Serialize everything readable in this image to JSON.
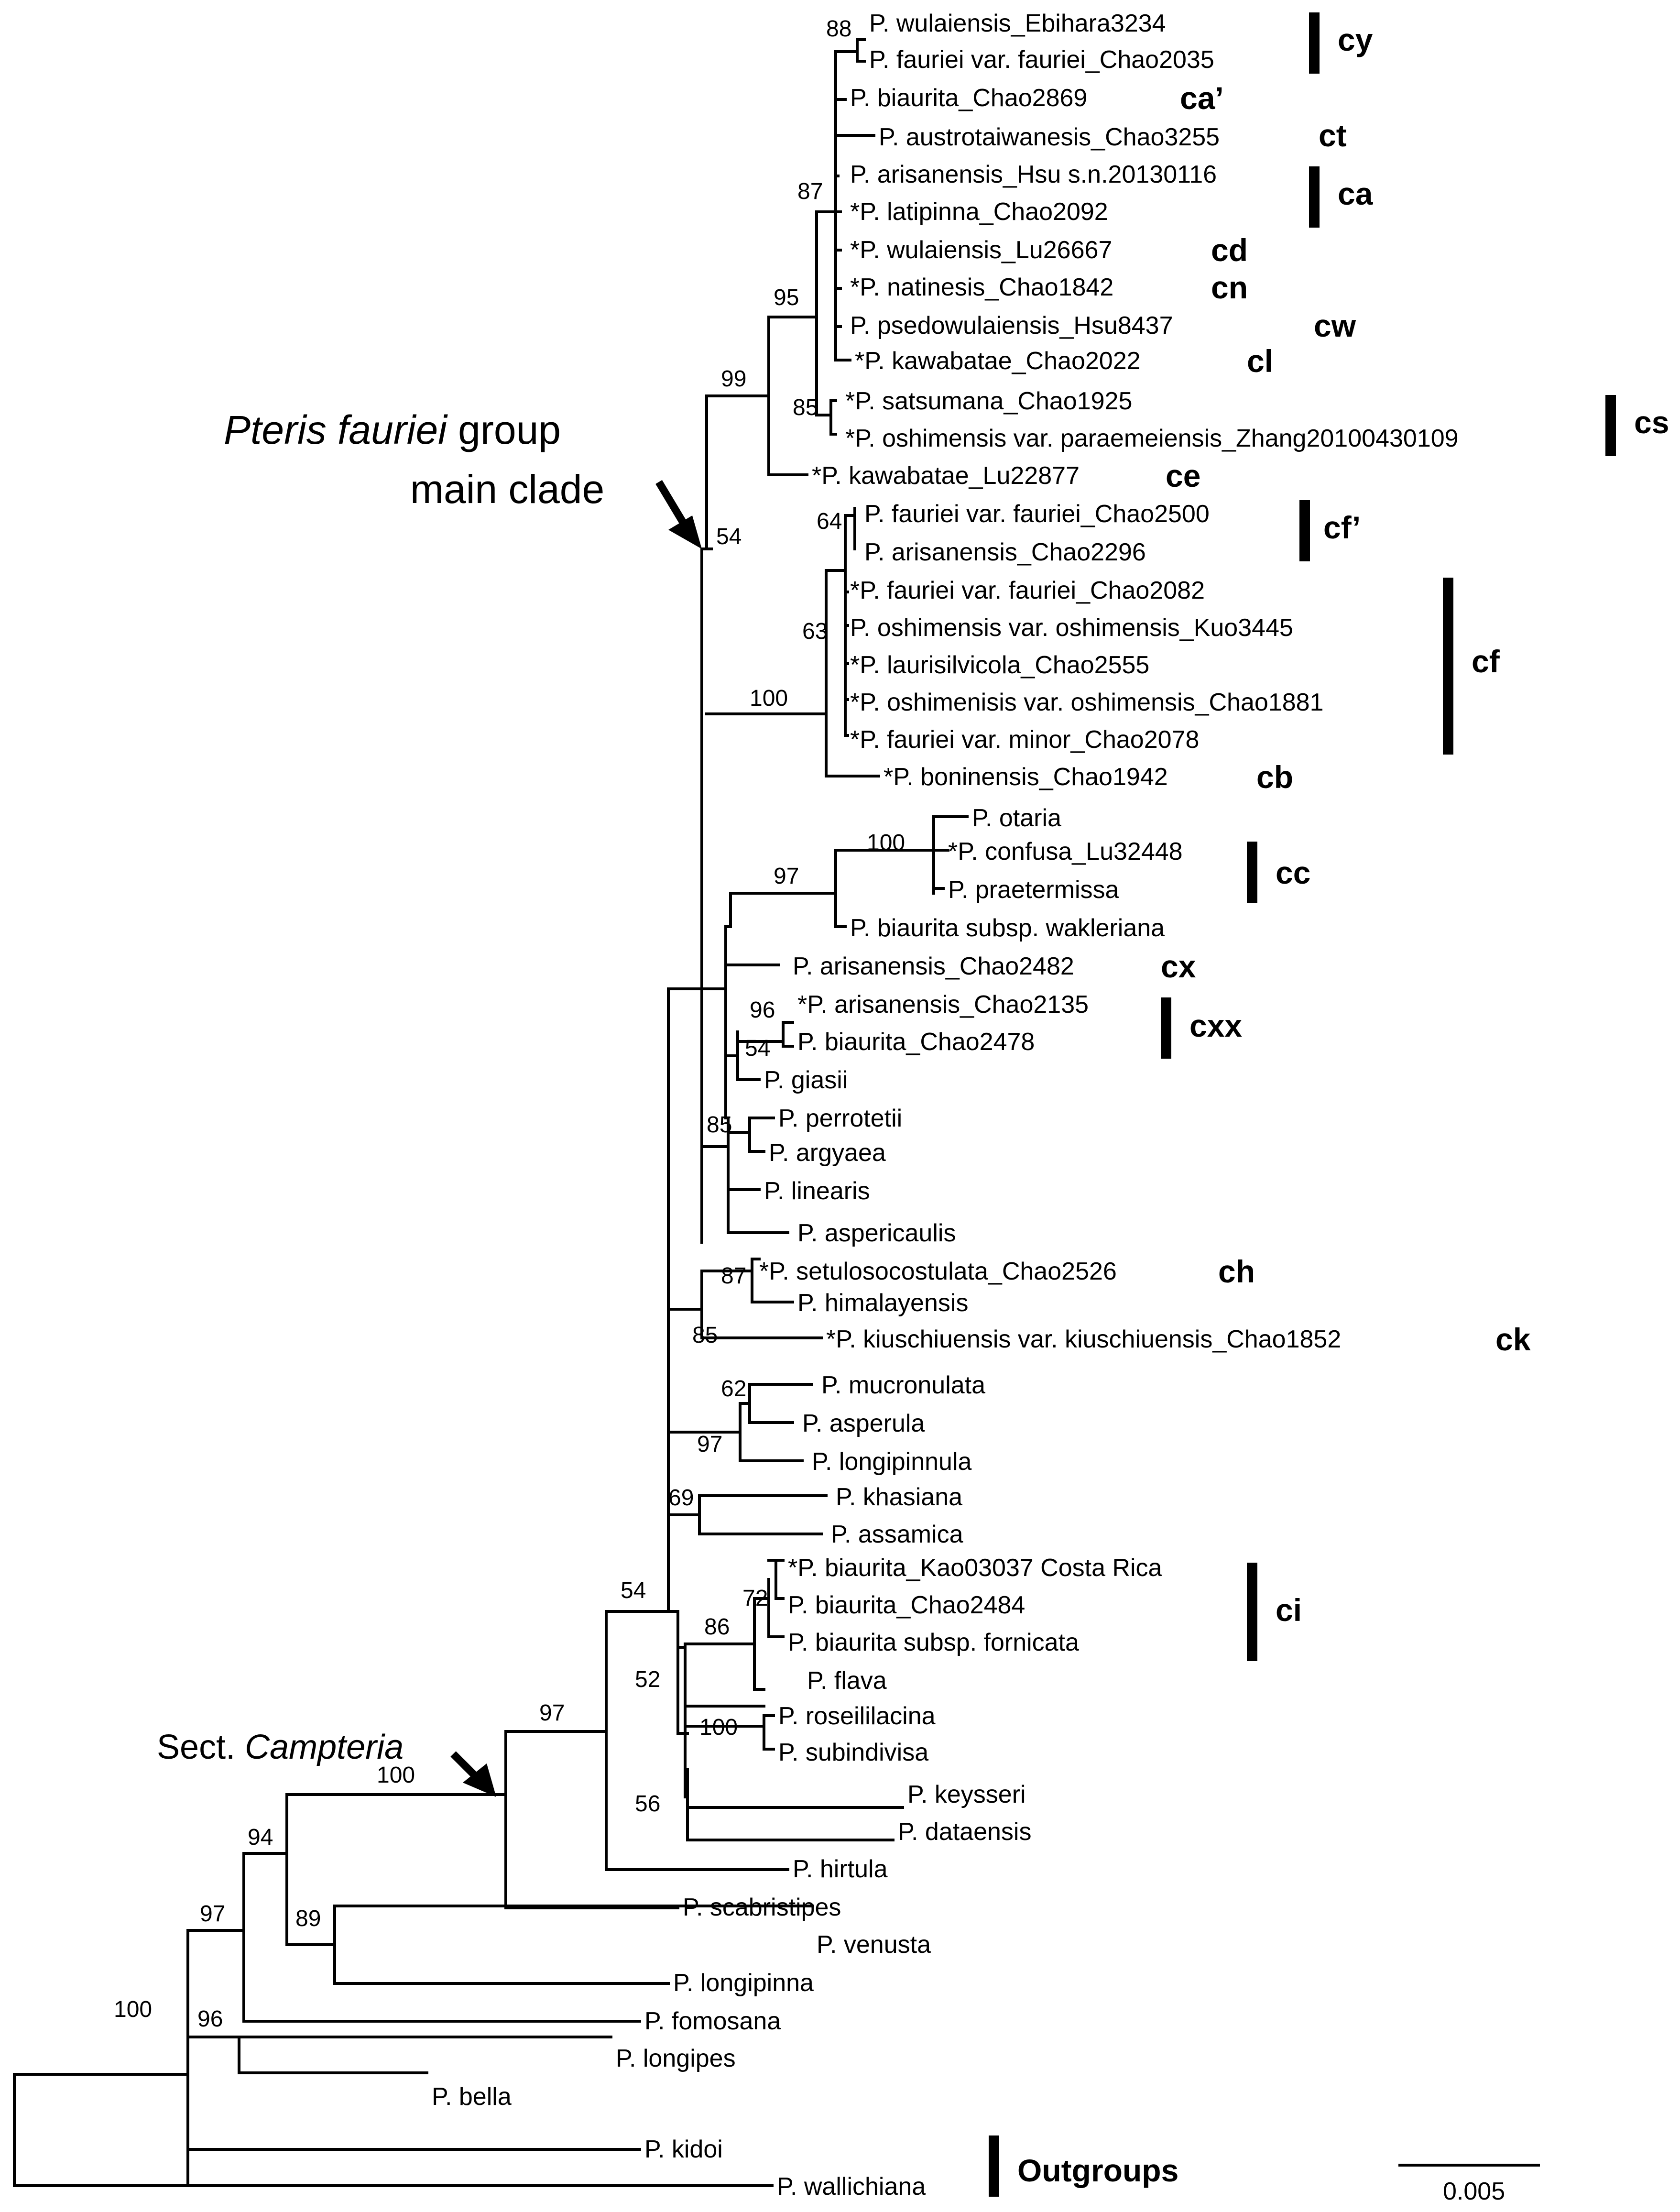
{
  "leaves": [
    {
      "text": "P. wulaiensis_Ebihara3234"
    },
    {
      "text": "P. fauriei var. fauriei_Chao2035"
    },
    {
      "text": "P. biaurita_Chao2869"
    },
    {
      "text": "P. austrotaiwanesis_Chao3255"
    },
    {
      "text": "P. arisanensis_Hsu s.n.20130116"
    },
    {
      "text": "*P. latipinna_Chao2092"
    },
    {
      "text": "*P. wulaiensis_Lu26667"
    },
    {
      "text": "*P. natinesis_Chao1842"
    },
    {
      "text": "P. psedowulaiensis_Hsu8437"
    },
    {
      "text": "*P. kawabatae_Chao2022"
    },
    {
      "text": "*P. satsumana_Chao1925"
    },
    {
      "text": "*P. oshimensis var. paraemeiensis_Zhang20100430109"
    },
    {
      "text": "*P. kawabatae_Lu22877"
    },
    {
      "text": "P. fauriei var. fauriei_Chao2500"
    },
    {
      "text": "P. arisanensis_Chao2296"
    },
    {
      "text": "*P. fauriei var. fauriei_Chao2082"
    },
    {
      "text": "P. oshimensis var. oshimensis_Kuo3445"
    },
    {
      "text": "*P. laurisilvicola_Chao2555"
    },
    {
      "text": "*P. oshimenisis var. oshimensis_Chao1881"
    },
    {
      "text": "*P. fauriei var. minor_Chao2078"
    },
    {
      "text": "*P. boninensis_Chao1942"
    },
    {
      "text": "P. otaria"
    },
    {
      "text": "*P. confusa_Lu32448"
    },
    {
      "text": "P. praetermissa"
    },
    {
      "text": "P. biaurita subsp. wakleriana"
    },
    {
      "text": "P. arisanensis_Chao2482"
    },
    {
      "text": "*P. arisanensis_Chao2135"
    },
    {
      "text": "P. biaurita_Chao2478"
    },
    {
      "text": "P. giasii"
    },
    {
      "text": "P. perrotetii"
    },
    {
      "text": "P. argyaea"
    },
    {
      "text": "P. linearis"
    },
    {
      "text": "P. aspericaulis"
    },
    {
      "text": "*P. setulosocostulata_Chao2526"
    },
    {
      "text": "P. himalayensis"
    },
    {
      "text": "*P. kiuschiuensis var. kiuschiuensis_Chao1852"
    },
    {
      "text": "P. mucronulata"
    },
    {
      "text": "P. asperula"
    },
    {
      "text": "P. longipinnula"
    },
    {
      "text": "P. khasiana"
    },
    {
      "text": "P. assamica"
    },
    {
      "text": "*P. biaurita_Kao03037 Costa Rica"
    },
    {
      "text": "P. biaurita_Chao2484"
    },
    {
      "text": "P. biaurita subsp. fornicata"
    },
    {
      "text": "P. flava"
    },
    {
      "text": "P. roseililacina"
    },
    {
      "text": "P. subindivisa"
    },
    {
      "text": "P. keysseri"
    },
    {
      "text": "P. dataensis"
    },
    {
      "text": "P. hirtula"
    },
    {
      "text": "P. scabristipes"
    },
    {
      "text": "P. venusta"
    },
    {
      "text": "P. longipinna"
    },
    {
      "text": "P. fomosana"
    },
    {
      "text": "P. longipes"
    },
    {
      "text": "P. bella"
    },
    {
      "text": "P. kidoi"
    },
    {
      "text": "P. wallichiana"
    }
  ],
  "support_values": [
    "88",
    "87",
    "95",
    "99",
    "85",
    "64",
    "63",
    "100",
    "54",
    "100",
    "97",
    "96",
    "54",
    "85",
    "87",
    "85",
    "62",
    "97",
    "69",
    "72",
    "86",
    "100",
    "52",
    "56",
    "54",
    "97",
    "100",
    "94",
    "89",
    "97",
    "96",
    "100"
  ],
  "clade_labels": [
    "cy",
    "ca’",
    "ct",
    "ca",
    "cd",
    "cn",
    "cw",
    "cl",
    "cs",
    "ce",
    "cf’",
    "cf",
    "cb",
    "cc",
    "cx",
    "cxx",
    "ch",
    "ck",
    "ci",
    "Outgroups"
  ],
  "annotations": {
    "main_clade_line1_italic": "Pteris fauriei",
    "main_clade_line1_rest": " group",
    "main_clade_line2": "main clade",
    "sect_prefix": "Sect. ",
    "sect_italic": "Campteria"
  },
  "scale_bar": {
    "label": "0.005"
  }
}
